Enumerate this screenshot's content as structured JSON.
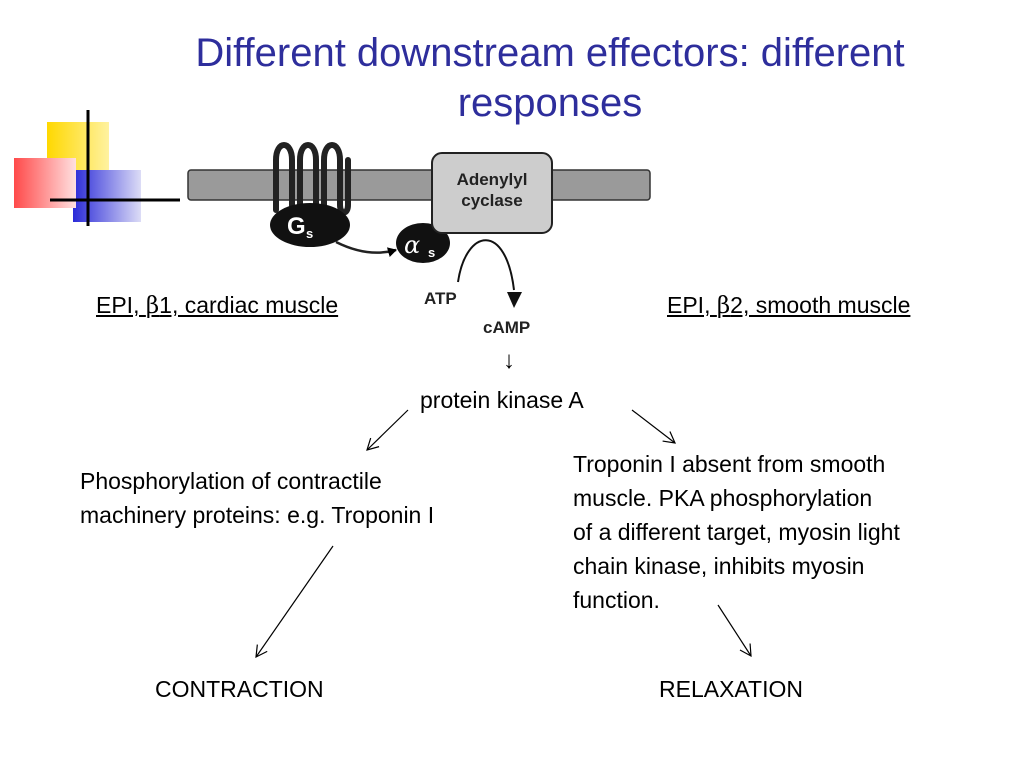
{
  "slide": {
    "title_line1": "Different downstream effectors: different",
    "title_line2": "responses"
  },
  "membrane": {
    "gs_label": "G",
    "gs_sub": "s",
    "alpha_label": "α",
    "alpha_sub": "s",
    "plus_sign": "+",
    "enzyme_line1": "Adenylyl",
    "enzyme_line2": "cyclase",
    "substrate": "ATP",
    "product": "cAMP"
  },
  "left_context": {
    "prefix": "EPI, ",
    "beta": "β",
    "suffix": "1, cardiac muscle"
  },
  "right_context": {
    "prefix": "EPI, ",
    "beta": "β",
    "suffix": "2, smooth muscle"
  },
  "pka": {
    "down_arrow": "↓",
    "label": "protein kinase A"
  },
  "left_text": {
    "line1": "Phosphorylation of contractile",
    "line2": "machinery proteins: e.g. Troponin I"
  },
  "right_text": {
    "line1": "Troponin I absent from smooth",
    "line2": "muscle.  PKA  phosphorylation",
    "line3": "of a different target, myosin light",
    "line4": "chain kinase, inhibits myosin",
    "line5": "function."
  },
  "outcomes": {
    "left": "CONTRACTION",
    "right": "RELAXATION"
  },
  "colors": {
    "title": "#2e2e9c",
    "deco_yellow": "#ffd800",
    "deco_blue": "#2a2ad8",
    "deco_red": "#ff4a4a",
    "protein_fill": "#111111",
    "membrane_gray": "#9a9a9a"
  }
}
